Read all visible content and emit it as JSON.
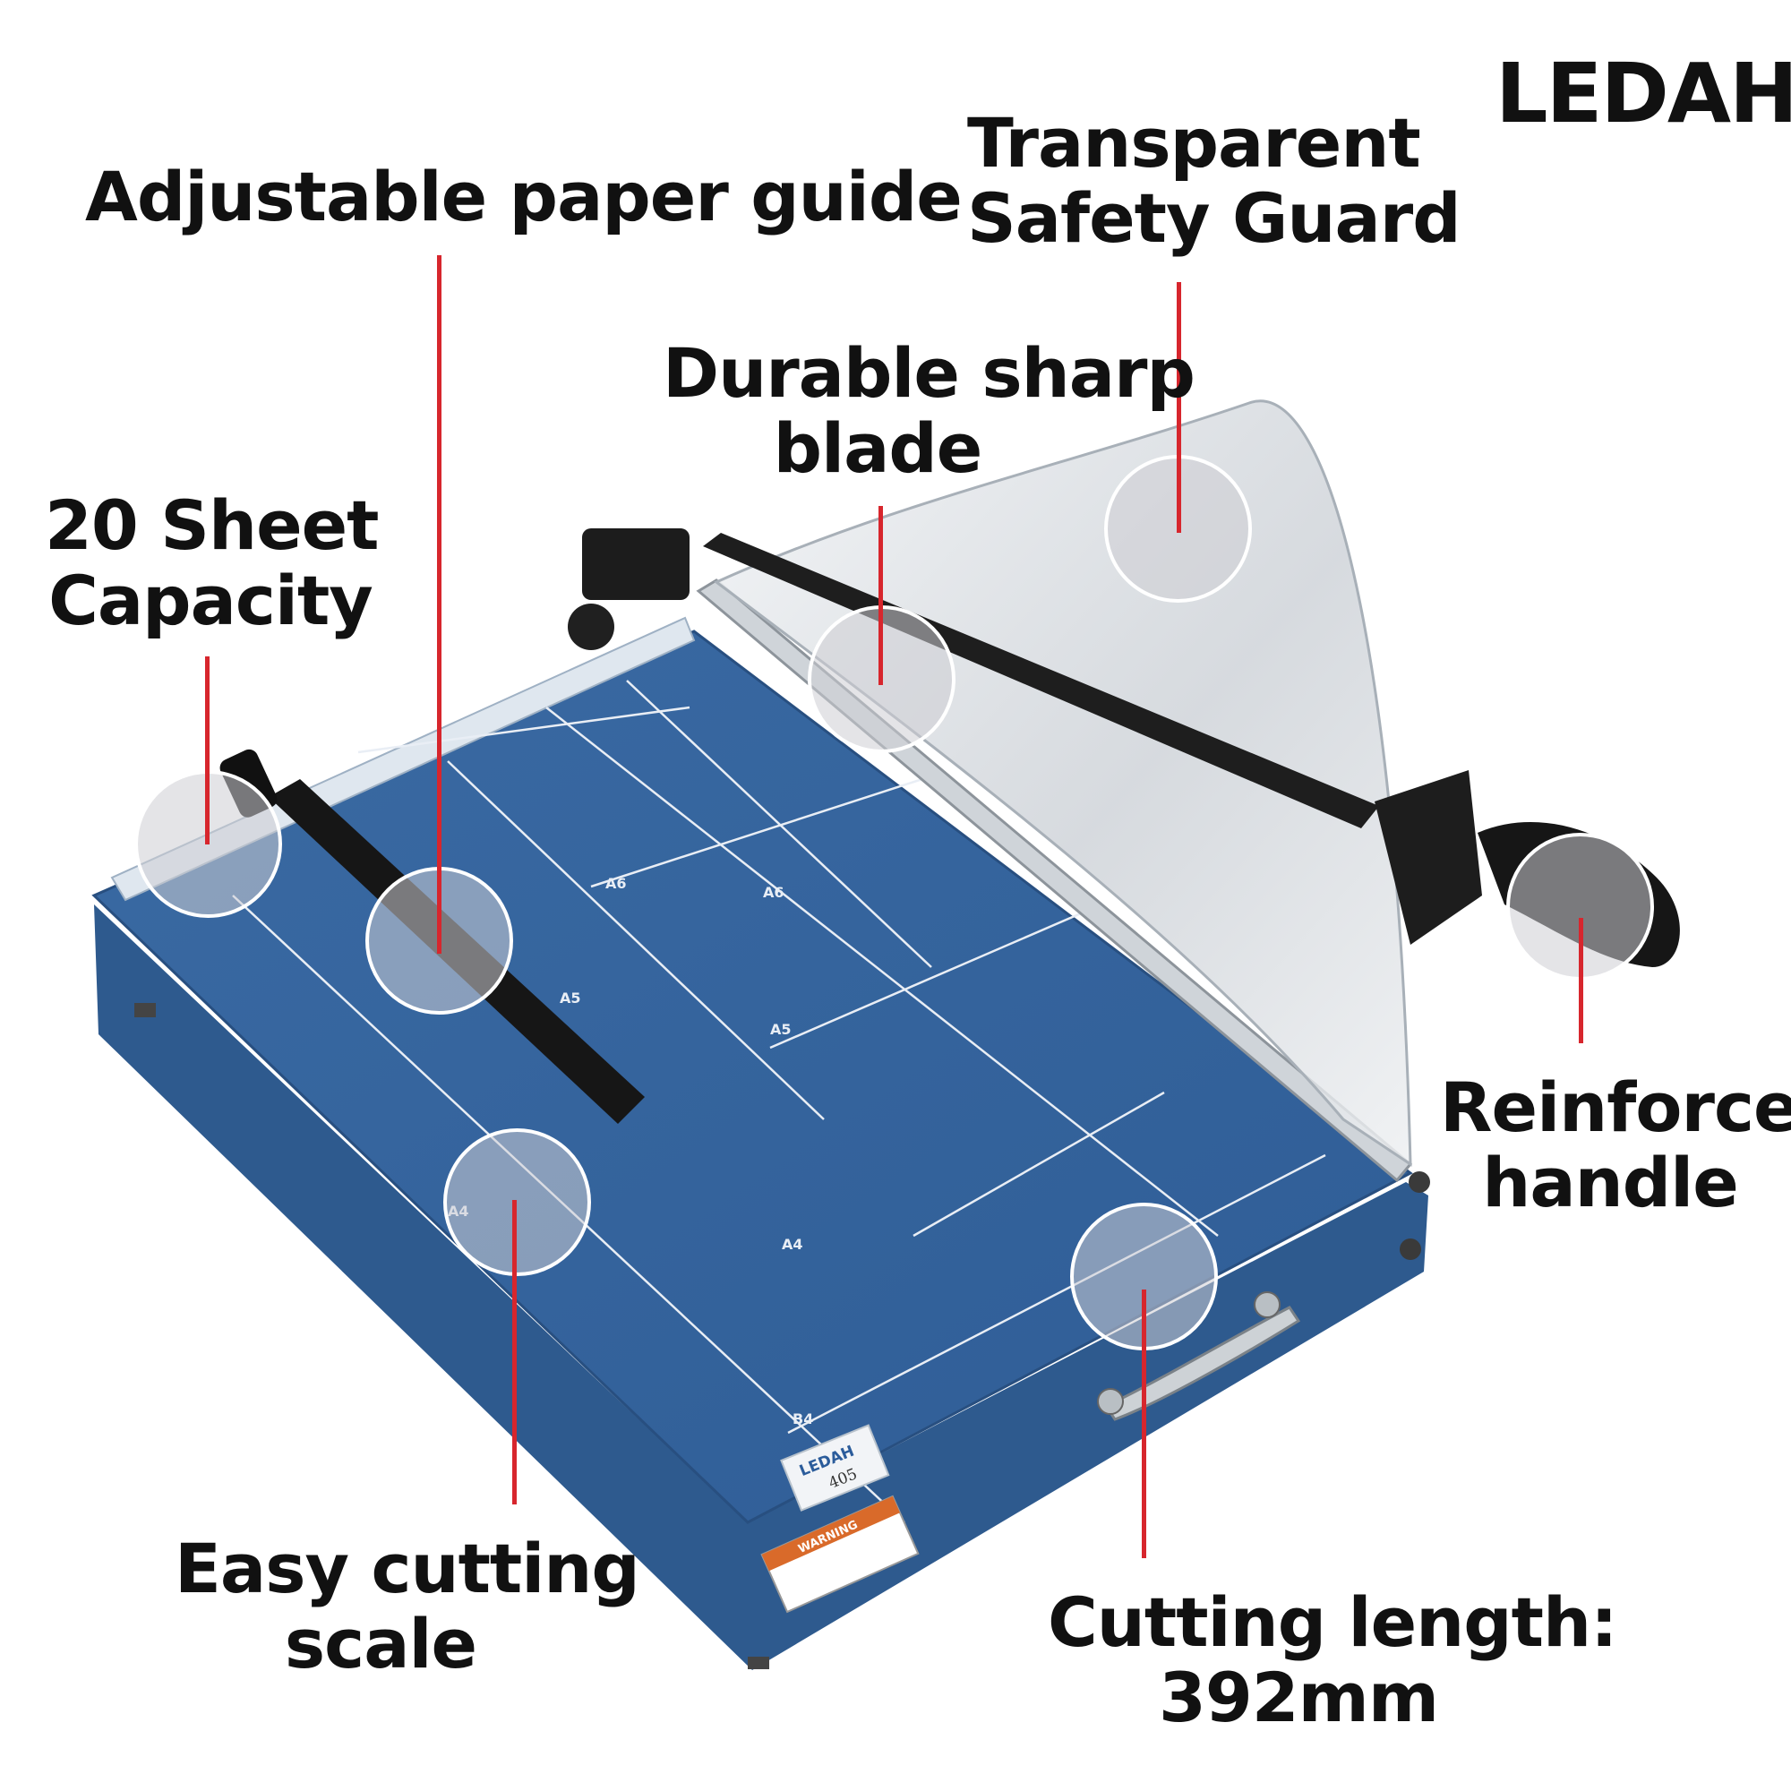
{
  "brand": {
    "logo_text": "LEDAH"
  },
  "product": {
    "model_logo_text": "LEDAH",
    "model_number": "405",
    "warning_label": "WARNING",
    "paper_marks": [
      "A6",
      "A6",
      "A5",
      "A5",
      "A4",
      "A4",
      "B4"
    ]
  },
  "callouts": {
    "paper_guide": {
      "lines": [
        "Adjustable paper guide"
      ]
    },
    "safety_guard": {
      "lines": [
        "Transparent",
        "Safety Guard"
      ]
    },
    "blade": {
      "lines": [
        "Durable sharp",
        "blade"
      ]
    },
    "capacity": {
      "lines": [
        "20 Sheet",
        "Capacity"
      ]
    },
    "handle": {
      "lines": [
        "Reinforced",
        "handle"
      ]
    },
    "cutting_scale": {
      "lines": [
        "Easy cutting",
        "scale"
      ]
    },
    "cutting_length": {
      "lines": [
        "Cutting length:",
        "392mm"
      ]
    }
  },
  "colors": {
    "base_blue": "#3d6ba2",
    "base_blue_dark": "#2c5688",
    "pointer_red": "#d7262d",
    "guard_clear": "#dfe3e8",
    "handle_black": "#1a1a1a"
  }
}
